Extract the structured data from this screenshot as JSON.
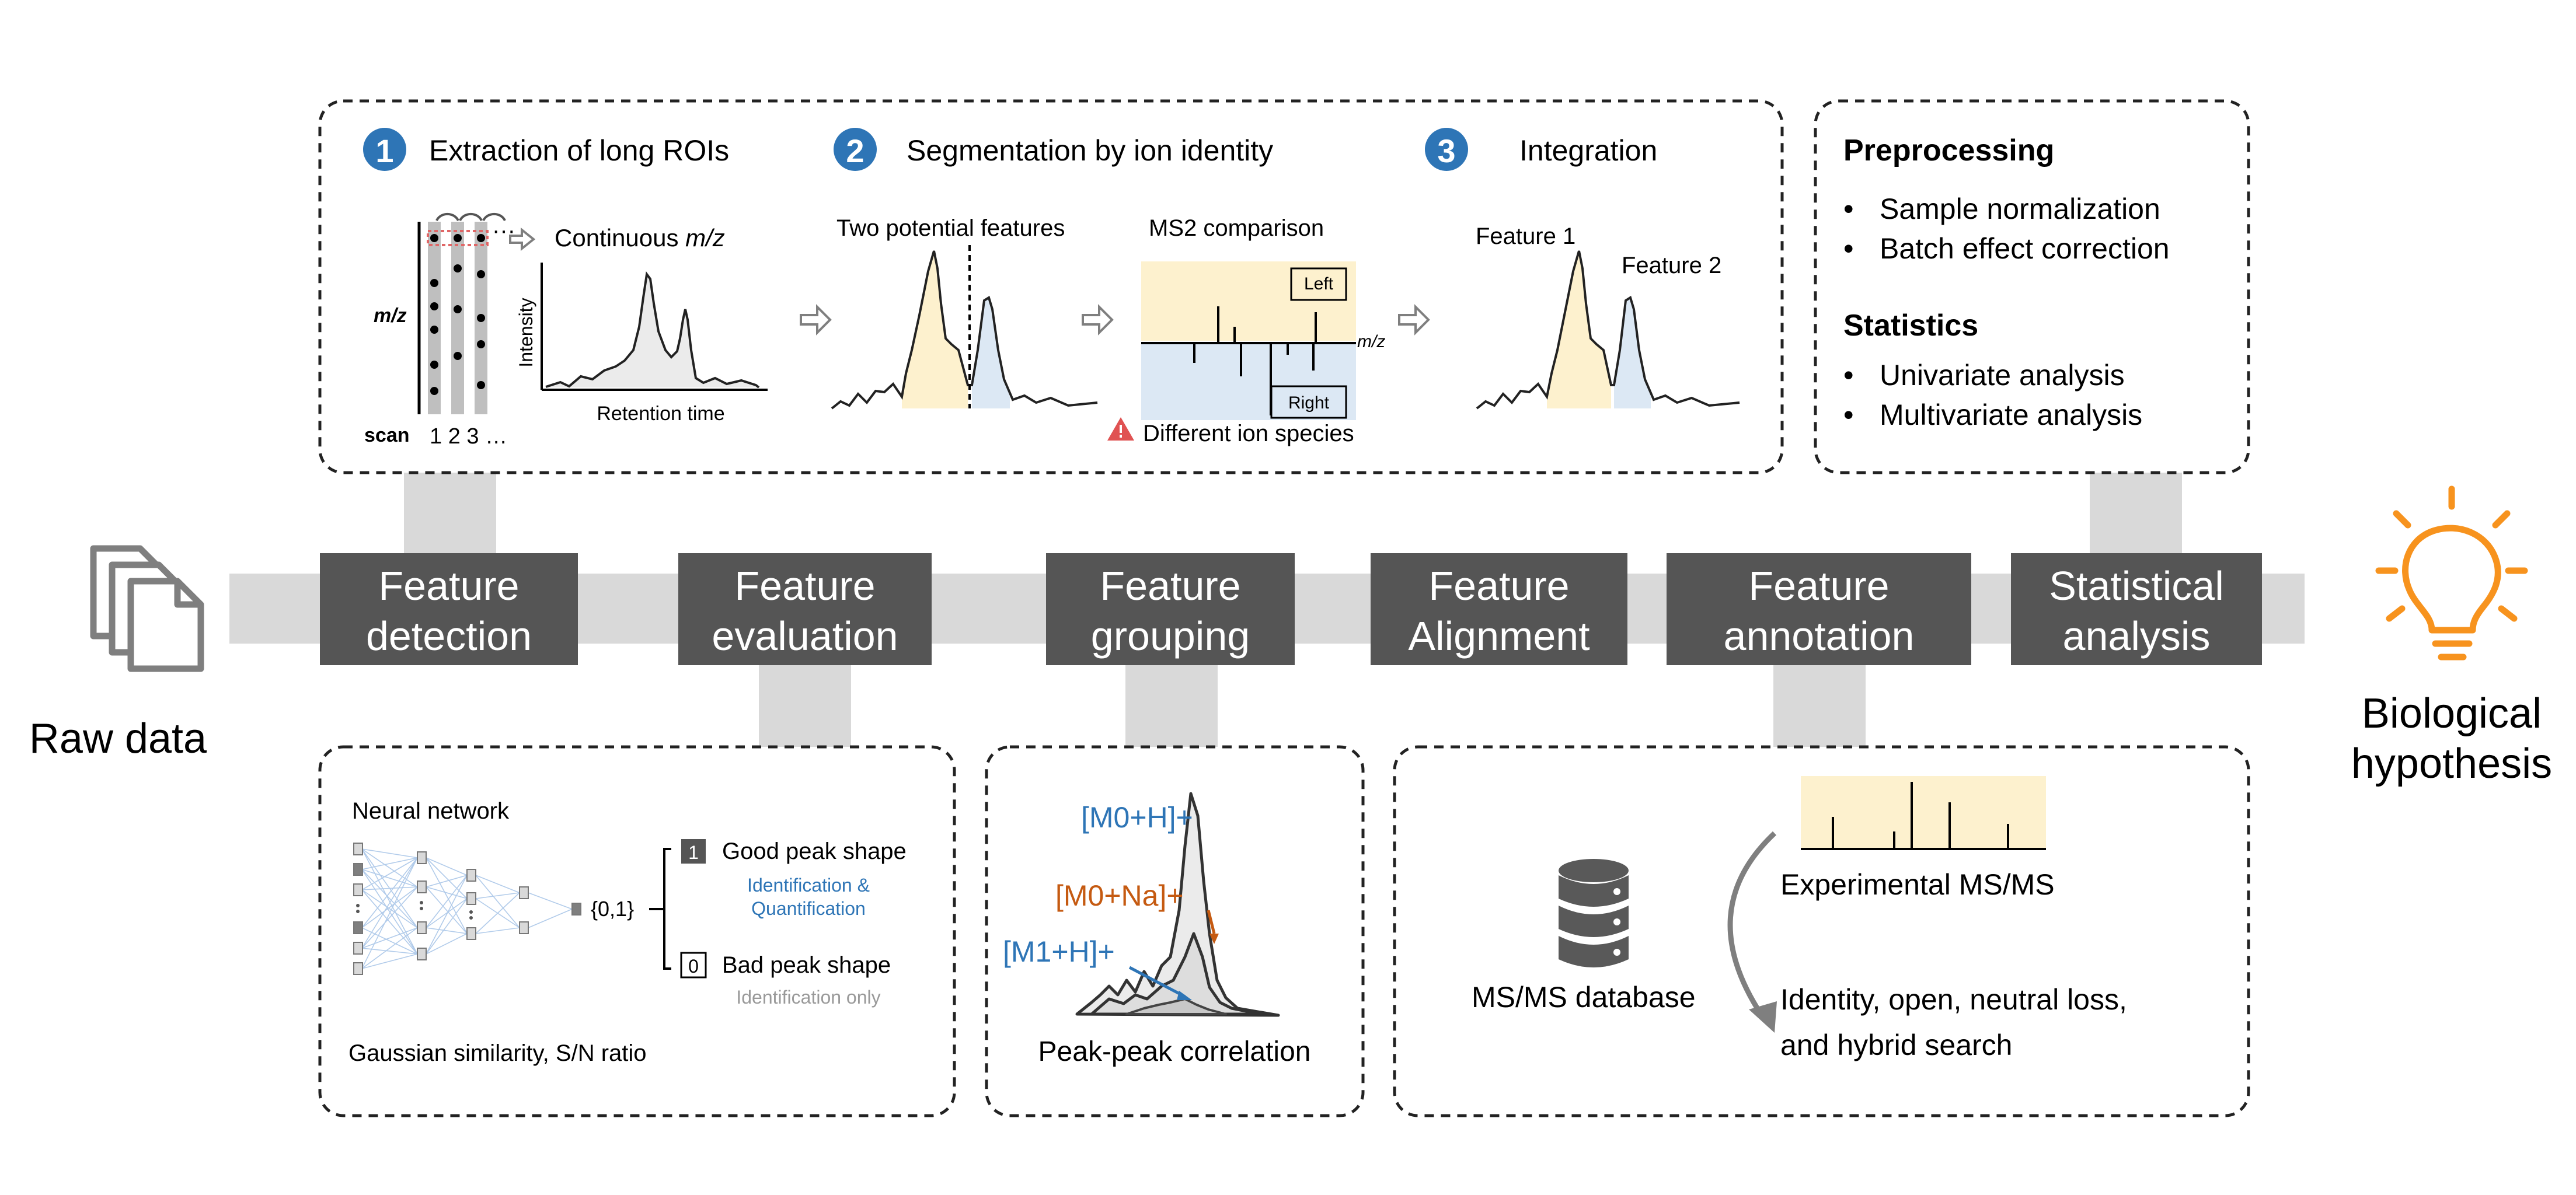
{
  "left_end": {
    "label": "Raw data",
    "icon": "documents-icon"
  },
  "right_end": {
    "label_line1": "Biological",
    "label_line2": "hypothesis",
    "icon": "lightbulb-icon",
    "icon_color": "#F7931E"
  },
  "stages": [
    {
      "line1": "Feature",
      "line2": "detection"
    },
    {
      "line1": "Feature",
      "line2": "evaluation"
    },
    {
      "line1": "Feature",
      "line2": "grouping"
    },
    {
      "line1": "Feature",
      "line2": "Alignment"
    },
    {
      "line1": "Feature",
      "line2": "annotation"
    },
    {
      "line1": "Statistical",
      "line2": "analysis"
    }
  ],
  "detection_panel": {
    "step1": {
      "number": "1",
      "title": "Extraction of long ROIs"
    },
    "step2": {
      "number": "2",
      "title": "Segmentation by ion identity"
    },
    "step3": {
      "number": "3",
      "title": "Integration"
    },
    "mz_axis_label": "m/z",
    "scan_label": "scan",
    "scan_numbers": "1 2 3 …",
    "ellipsis": "···",
    "continuous_prefix": "Continuous ",
    "continuous_mz": "m/z",
    "intensity_label": "Intensity",
    "retention_label": "Retention time",
    "two_features_label": "Two potential features",
    "ms2_label": "MS2 comparison",
    "left_label": "Left",
    "right_label": "Right",
    "ms2_axis_label": "m/z",
    "warning_text": "Different ion species",
    "feature1_label": "Feature 1",
    "feature2_label": "Feature 2"
  },
  "stats_panel": {
    "preprocessing_title": "Preprocessing",
    "preprocessing_items": [
      "Sample normalization",
      "Batch effect correction"
    ],
    "statistics_title": "Statistics",
    "statistics_items": [
      "Univariate analysis",
      "Multivariate analysis"
    ],
    "bullet": "•"
  },
  "evaluation_panel": {
    "network_title": "Neural network",
    "output_label": "{0,1}",
    "good_box": "1",
    "good_label": "Good peak shape",
    "good_sub1": "Identification &",
    "good_sub2": "Quantification",
    "bad_box": "0",
    "bad_label": "Bad peak shape",
    "bad_sub": "Identification only",
    "footer": "Gaussian similarity, S/N ratio"
  },
  "grouping_panel": {
    "adduct1": "[M0+H]+",
    "adduct2": "[M0+Na]+",
    "adduct3": "[M1+H]+",
    "footer": "Peak-peak correlation"
  },
  "annotation_panel": {
    "db_label": "MS/MS database",
    "exp_label": "Experimental MS/MS",
    "search_line1": "Identity, open, neutral loss,",
    "search_line2": "and hybrid search"
  },
  "colors": {
    "stage_box": "#555555",
    "track": "#D9D9D9",
    "step_circle": "#2E75B6",
    "peak_yellow": "#FDF1CE",
    "peak_blue": "#DCE8F4",
    "adduct_blue": "#2E75B6",
    "adduct_orange": "#C55A11",
    "warning_red": "#E05252",
    "lightbulb": "#F7931E"
  }
}
